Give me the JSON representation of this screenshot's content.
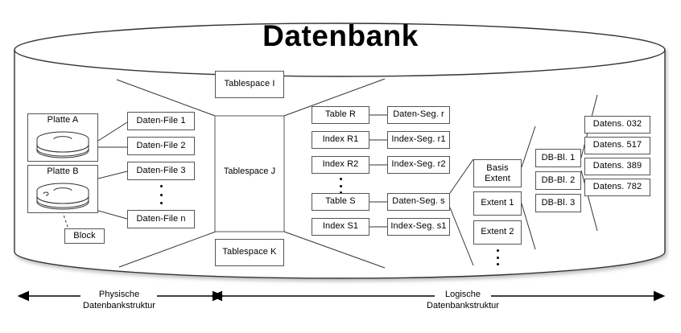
{
  "title": "Datenbank",
  "disks": [
    {
      "name": "Platte A",
      "icon": "disk-stack-icon"
    },
    {
      "name": "Platte B",
      "icon": "disk-stack-icon"
    }
  ],
  "block_label": "Block",
  "data_files": [
    "Daten-File 1",
    "Daten-File 2",
    "Daten-File 3",
    "Daten-File n"
  ],
  "tablespaces": [
    "Tablespace I",
    "Tablespace J",
    "Tablespace K"
  ],
  "logical_objects": [
    "Table R",
    "Index R1",
    "Index R2",
    "Table S",
    "Index S1"
  ],
  "segments": [
    "Daten-Seg. r",
    "Index-Seg. r1",
    "Index-Seg. r2",
    "Daten-Seg. s",
    "Index-Seg. s1"
  ],
  "extents": [
    {
      "line1": "Basis",
      "line2": "Extent"
    },
    {
      "line1": "Extent 1",
      "line2": ""
    },
    {
      "line1": "Extent 2",
      "line2": ""
    }
  ],
  "db_blocks": [
    "DB-Bl. 1",
    "DB-Bl. 2",
    "DB-Bl. 3"
  ],
  "records": [
    "Datens. 032",
    "Datens. 517",
    "Datens. 389",
    "Datens. 782"
  ],
  "axes": [
    {
      "line1": "Physische",
      "line2": "Datenbankstruktur"
    },
    {
      "line1": "Logische",
      "line2": "Datenbankstruktur"
    }
  ],
  "colors": {
    "stroke": "#555555",
    "cylinder": "#333333",
    "text": "#000000",
    "background": "#ffffff"
  }
}
